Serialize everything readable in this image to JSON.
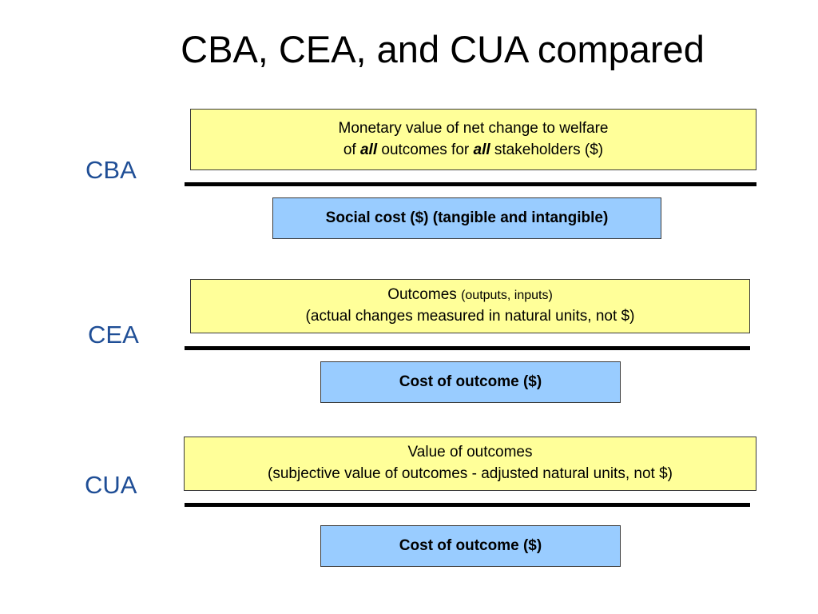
{
  "title": "CBA, CEA, and CUA compared",
  "colors": {
    "label": "#1f4e96",
    "numerator_box": "#ffff99",
    "denominator_box": "#99ccff"
  },
  "cba": {
    "label": "CBA",
    "numerator_line1": "Monetary value of net change to welfare",
    "numerator_line2_prefix": "of ",
    "numerator_line2_em1": "all",
    "numerator_line2_mid": " outcomes for ",
    "numerator_line2_em2": "all",
    "numerator_line2_suffix": " stakeholders ($)",
    "denominator": "Social cost ($) (tangible and intangible)"
  },
  "cea": {
    "label": "CEA",
    "numerator_line1_main": "Outcomes ",
    "numerator_line1_small": "(outputs, inputs)",
    "numerator_line2": "(actual changes measured in natural units, not $)",
    "denominator": "Cost of outcome ($)"
  },
  "cua": {
    "label": "CUA",
    "numerator_line1": "Value of outcomes",
    "numerator_line2": "(subjective value of outcomes - adjusted natural units, not $)",
    "denominator": "Cost of outcome ($)"
  }
}
